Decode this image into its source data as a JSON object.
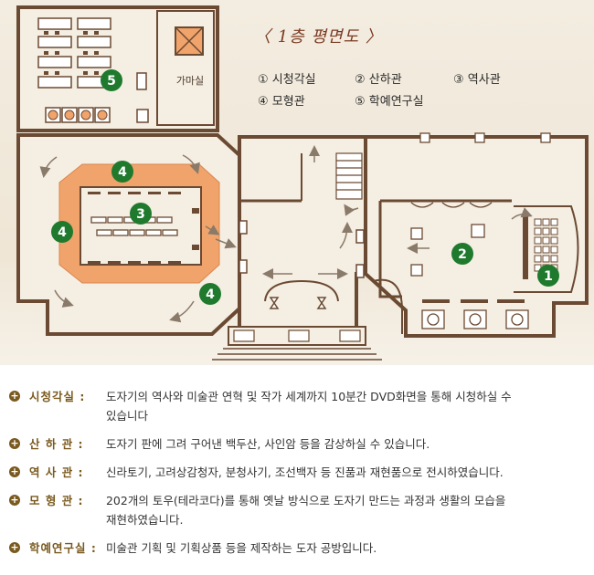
{
  "legend": {
    "title": "〈 1층 평면도 〉",
    "items": [
      {
        "num": "①",
        "label": "시청각실"
      },
      {
        "num": "②",
        "label": "산하관"
      },
      {
        "num": "③",
        "label": "역사관"
      },
      {
        "num": "④",
        "label": "모형관"
      },
      {
        "num": "⑤",
        "label": "학예연구실"
      }
    ]
  },
  "plan": {
    "kiln_room_label": "가마실",
    "markers": [
      "1",
      "2",
      "3",
      "4",
      "5"
    ],
    "colors": {
      "wall": "#6b4a33",
      "floor": "#f5eee2",
      "model_ring": "#f0a36a",
      "marker": "#1f7a2e"
    }
  },
  "descriptions": [
    {
      "label": "시청각실 :",
      "text": "도자기의 역사와 미술관 연혁 및 작가 세계까지 10분간 DVD화면을 통해 시청하실 수",
      "cont": "있습니다"
    },
    {
      "label": "산 하 관 :",
      "text": "도자기 판에 그려 구어낸 백두산, 사인암 등을 감상하실 수 있습니다.",
      "cont": ""
    },
    {
      "label": "역 사 관 :",
      "text": "신라토기, 고려상감청자, 분청사기, 조선백자 등 진품과 재현품으로 전시하였습니다.",
      "cont": ""
    },
    {
      "label": "모 형 관 :",
      "text": "202개의 토우(테라코다)를 통해 옛날 방식으로 도자기 만드는 과정과 생활의 모습을",
      "cont": "재현하였습니다."
    },
    {
      "label": "학예연구실 :",
      "text": "미술관 기획 및 기획상품 등을 제작하는 도자 공방입니다.",
      "cont": ""
    }
  ]
}
